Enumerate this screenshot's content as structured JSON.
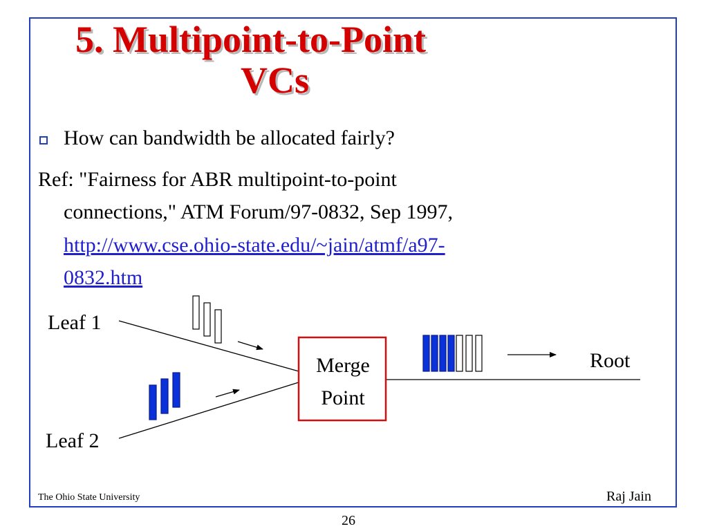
{
  "slide": {
    "title_line1": "5. Multipoint-to-Point",
    "title_line2": "VCs",
    "bullet": "How can bandwidth be allocated fairly?",
    "ref_line1": "Ref: \"Fairness for ABR multipoint-to-point",
    "ref_line2": "connections,\" ATM Forum/97-0832, Sep 1997,",
    "ref_link_line1": "http://www.cse.ohio-state.edu/~jain/atmf/a97-",
    "ref_link_line2": "0832.htm"
  },
  "diagram": {
    "leaf1_label": "Leaf 1",
    "leaf2_label": "Leaf 2",
    "merge_label_line1": "Merge",
    "merge_label_line2": "Point",
    "root_label": "Root",
    "leaf1_cell_count": 3,
    "leaf2_cell_count": 3,
    "root_filled_cell_count": 4,
    "root_empty_cell_count": 3,
    "colors": {
      "filled_cell": "#0a32d8",
      "merge_box_border": "#d01010",
      "frame": "#1f3fbf",
      "title": "#d40000"
    }
  },
  "footer": {
    "left": "The Ohio State University",
    "right": "Raj Jain",
    "page": "26"
  }
}
